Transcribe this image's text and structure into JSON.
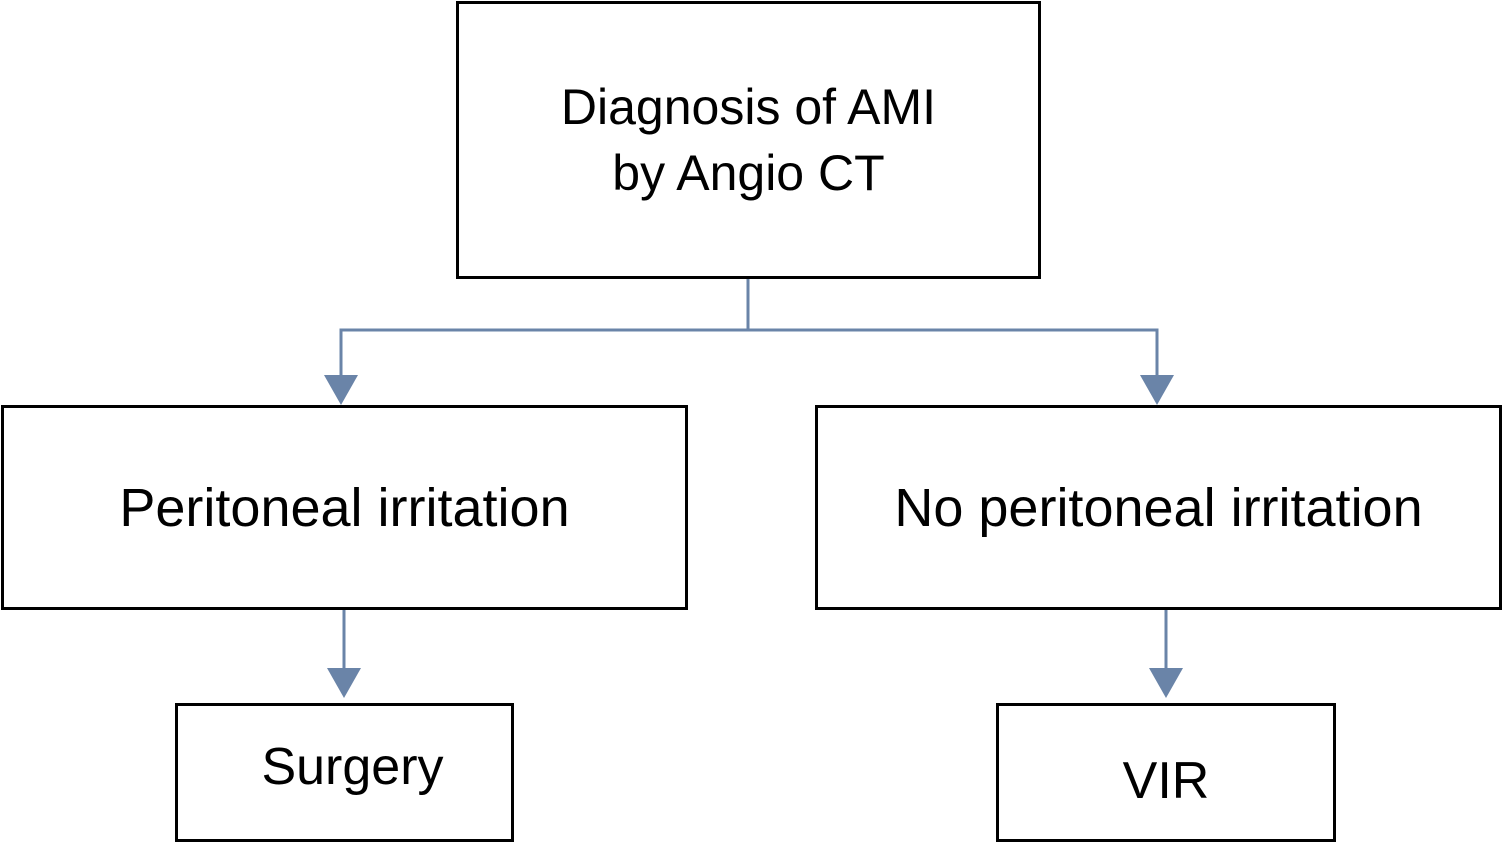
{
  "diagram": {
    "root": {
      "label": "Diagnosis of AMI\nby Angio CT"
    },
    "branches": [
      {
        "label": "Peritoneal irritation",
        "outcome": "Surgery"
      },
      {
        "label": "No peritoneal irritation",
        "outcome": "VIR"
      }
    ]
  },
  "colors": {
    "connector": "#6a84a8",
    "border": "#000000"
  }
}
